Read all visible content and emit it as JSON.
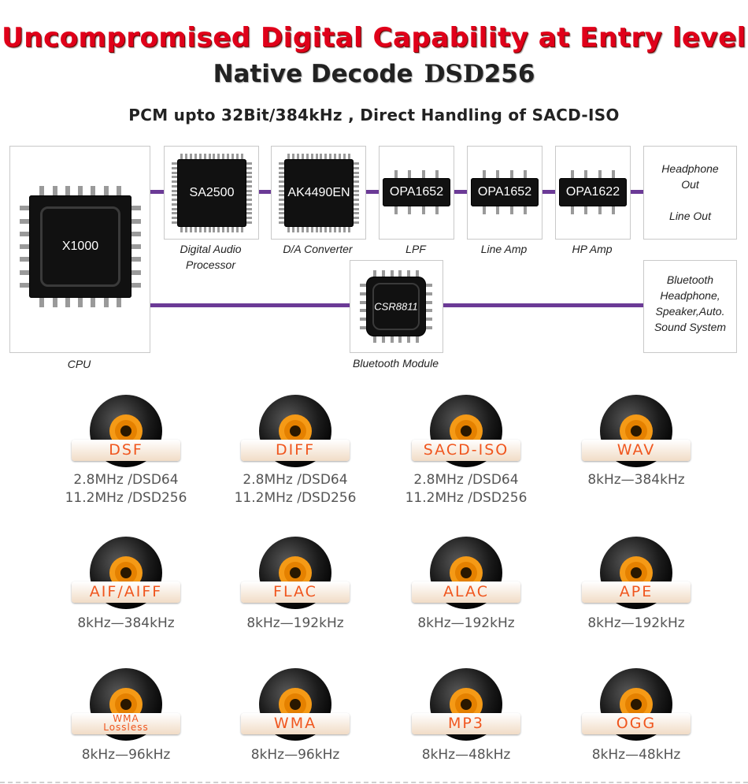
{
  "headline": "Uncompromised Digital Capability at Entry level",
  "subheadline_prefix": "Native Decode",
  "subheadline_dsd": "DSD",
  "subheadline_num": "256",
  "tagline": "PCM upto 32Bit/384kHz , Direct Handling of SACD-ISO",
  "diagram": {
    "cpu_chip": "X1000",
    "cpu_label": "CPU",
    "dap_chip": "SA2500",
    "dap_label_1": "Digital Audio",
    "dap_label_2": "Processor",
    "dac_chip": "AK4490EN",
    "dac_label": "D/A Converter",
    "lpf_chip": "OPA1652",
    "lpf_label": "LPF",
    "line_chip": "OPA1652",
    "line_label": "Line Amp",
    "hp_chip": "OPA1622",
    "hp_label": "HP Amp",
    "out_1": "Headphone",
    "out_2": "Out",
    "out_3": "Line Out",
    "bt_chip": "CSR8811",
    "bt_label": "Bluetooth Module",
    "bt_out_1": "Bluetooth",
    "bt_out_2": "Headphone,",
    "bt_out_3": "Speaker,Auto.",
    "bt_out_4": "Sound System"
  },
  "formats": [
    {
      "name": "DSF",
      "spec1": "2.8MHz /DSD64",
      "spec2": "11.2MHz /DSD256"
    },
    {
      "name": "DIFF",
      "spec1": "2.8MHz /DSD64",
      "spec2": "11.2MHz /DSD256"
    },
    {
      "name": "SACD-ISO",
      "spec1": "2.8MHz /DSD64",
      "spec2": "11.2MHz /DSD256"
    },
    {
      "name": "WAV",
      "spec1": "8kHz—384kHz",
      "spec2": ""
    },
    {
      "name": "AIF/AIFF",
      "spec1": "8kHz—384kHz",
      "spec2": ""
    },
    {
      "name": "FLAC",
      "spec1": "8kHz—192kHz",
      "spec2": ""
    },
    {
      "name": "ALAC",
      "spec1": "8kHz—192kHz",
      "spec2": ""
    },
    {
      "name": "APE",
      "spec1": "8kHz—192kHz",
      "spec2": ""
    },
    {
      "name": "WMA",
      "name2": "Lossless",
      "spec1": "8kHz—96kHz",
      "spec2": ""
    },
    {
      "name": "WMA",
      "spec1": "8kHz—96kHz",
      "spec2": ""
    },
    {
      "name": "MP3",
      "spec1": "8kHz—48kHz",
      "spec2": ""
    },
    {
      "name": "OGG",
      "spec1": "8kHz—48kHz",
      "spec2": ""
    }
  ]
}
